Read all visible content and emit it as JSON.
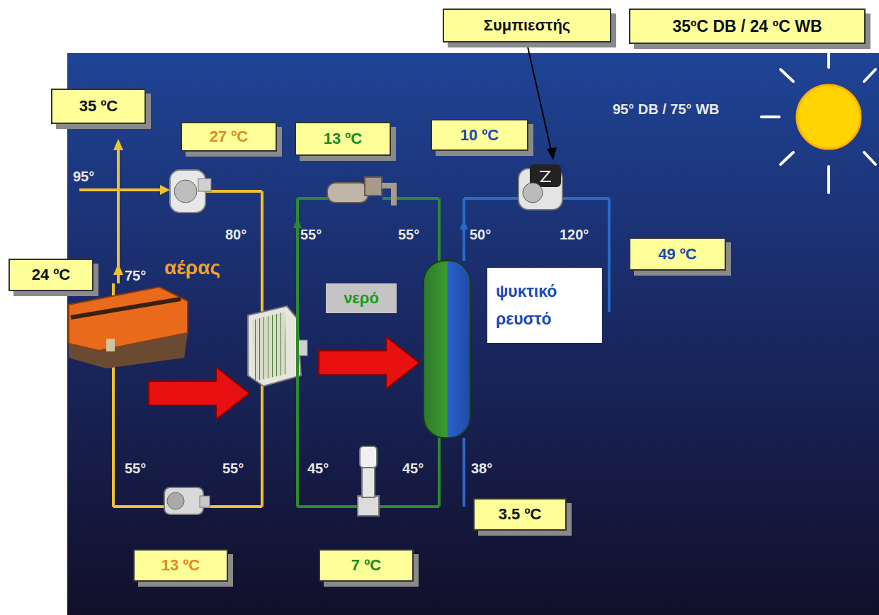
{
  "diagram": {
    "nodes": [
      {
        "text": [
          "Συμπιεστής"
        ]
      },
      {
        "text": [
          "35ºC DB / 24 ºC WB"
        ]
      },
      {
        "text": [
          "35 ºC"
        ]
      },
      {
        "text": [
          "27 ºC"
        ]
      },
      {
        "text": [
          "13 ºC"
        ]
      },
      {
        "text": [
          "10 ºC"
        ]
      },
      {
        "text": [
          "49 ºC"
        ]
      },
      {
        "text": [
          "24 ºC"
        ]
      },
      {
        "text": [
          "νερό"
        ]
      },
      {
        "text": [
          "ψυκτικό ρευστό"
        ]
      },
      {
        "text": [
          "3.5 ºC"
        ]
      },
      {
        "text": [
          "13 ºC"
        ]
      },
      {
        "text": [
          "7 ºC"
        ]
      }
    ],
    "labels": [
      "95° DB / 75° WB",
      "95°",
      "80°",
      "55°",
      "55°",
      "50°",
      "120°",
      "75°",
      "αέρας",
      "55°",
      "55°",
      "45°",
      "45°",
      "38°"
    ]
  }
}
